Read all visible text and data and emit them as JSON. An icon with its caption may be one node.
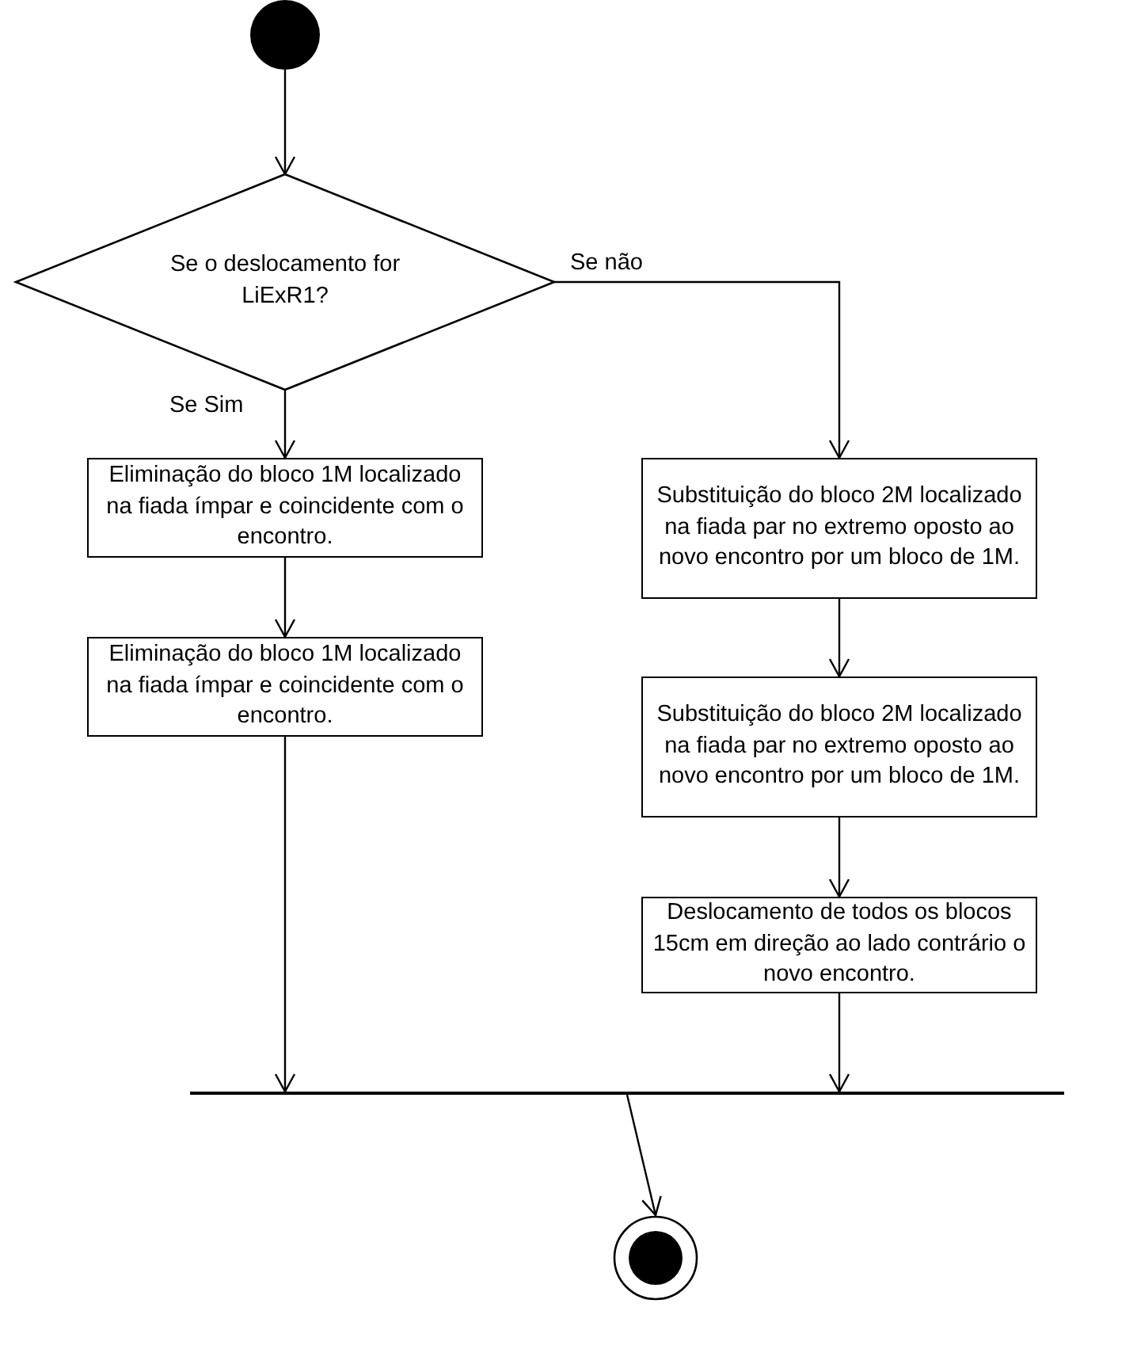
{
  "diagram": {
    "nodes": [
      {
        "text": [],
        "shape": "circle"
      },
      {
        "text": [
          "Se o deslocamento for LiExR1?"
        ]
      },
      {
        "text": [
          "Eliminação do bloco 1M localizado na fiada ímpar e coincidente com o encontro."
        ]
      },
      {
        "text": [
          "Eliminação do bloco 1M localizado na fiada ímpar e coincidente com o encontro."
        ]
      },
      {
        "text": [
          "Substituição do bloco 2M localizado na fiada par no extremo oposto ao novo encontro por um bloco de 1M."
        ]
      },
      {
        "text": [
          "Substituição do bloco 2M localizado na fiada par no extremo oposto ao novo encontro por um bloco de 1M."
        ]
      },
      {
        "text": [
          "Deslocamento de todos os blocos 15cm em direção ao lado contrário o novo encontro."
        ]
      },
      {
        "text": [],
        "shape": "bar"
      },
      {
        "text": [],
        "shape": "circle"
      }
    ],
    "edges": [
      {
        "from": 0,
        "to": 1,
        "arrow": "to"
      },
      {
        "from": 1,
        "to": 2,
        "arrow": "to",
        "label": "Se Sim"
      },
      {
        "from": 1,
        "to": 4,
        "arrow": "to",
        "label": "Se não"
      },
      {
        "from": 2,
        "to": 3,
        "arrow": "to"
      },
      {
        "from": 4,
        "to": 5,
        "arrow": "to"
      },
      {
        "from": 5,
        "to": 6,
        "arrow": "to"
      },
      {
        "from": 3,
        "to": 7,
        "arrow": "to"
      },
      {
        "from": 6,
        "to": 7,
        "arrow": "to"
      },
      {
        "from": 7,
        "to": 8,
        "arrow": "to"
      }
    ]
  }
}
